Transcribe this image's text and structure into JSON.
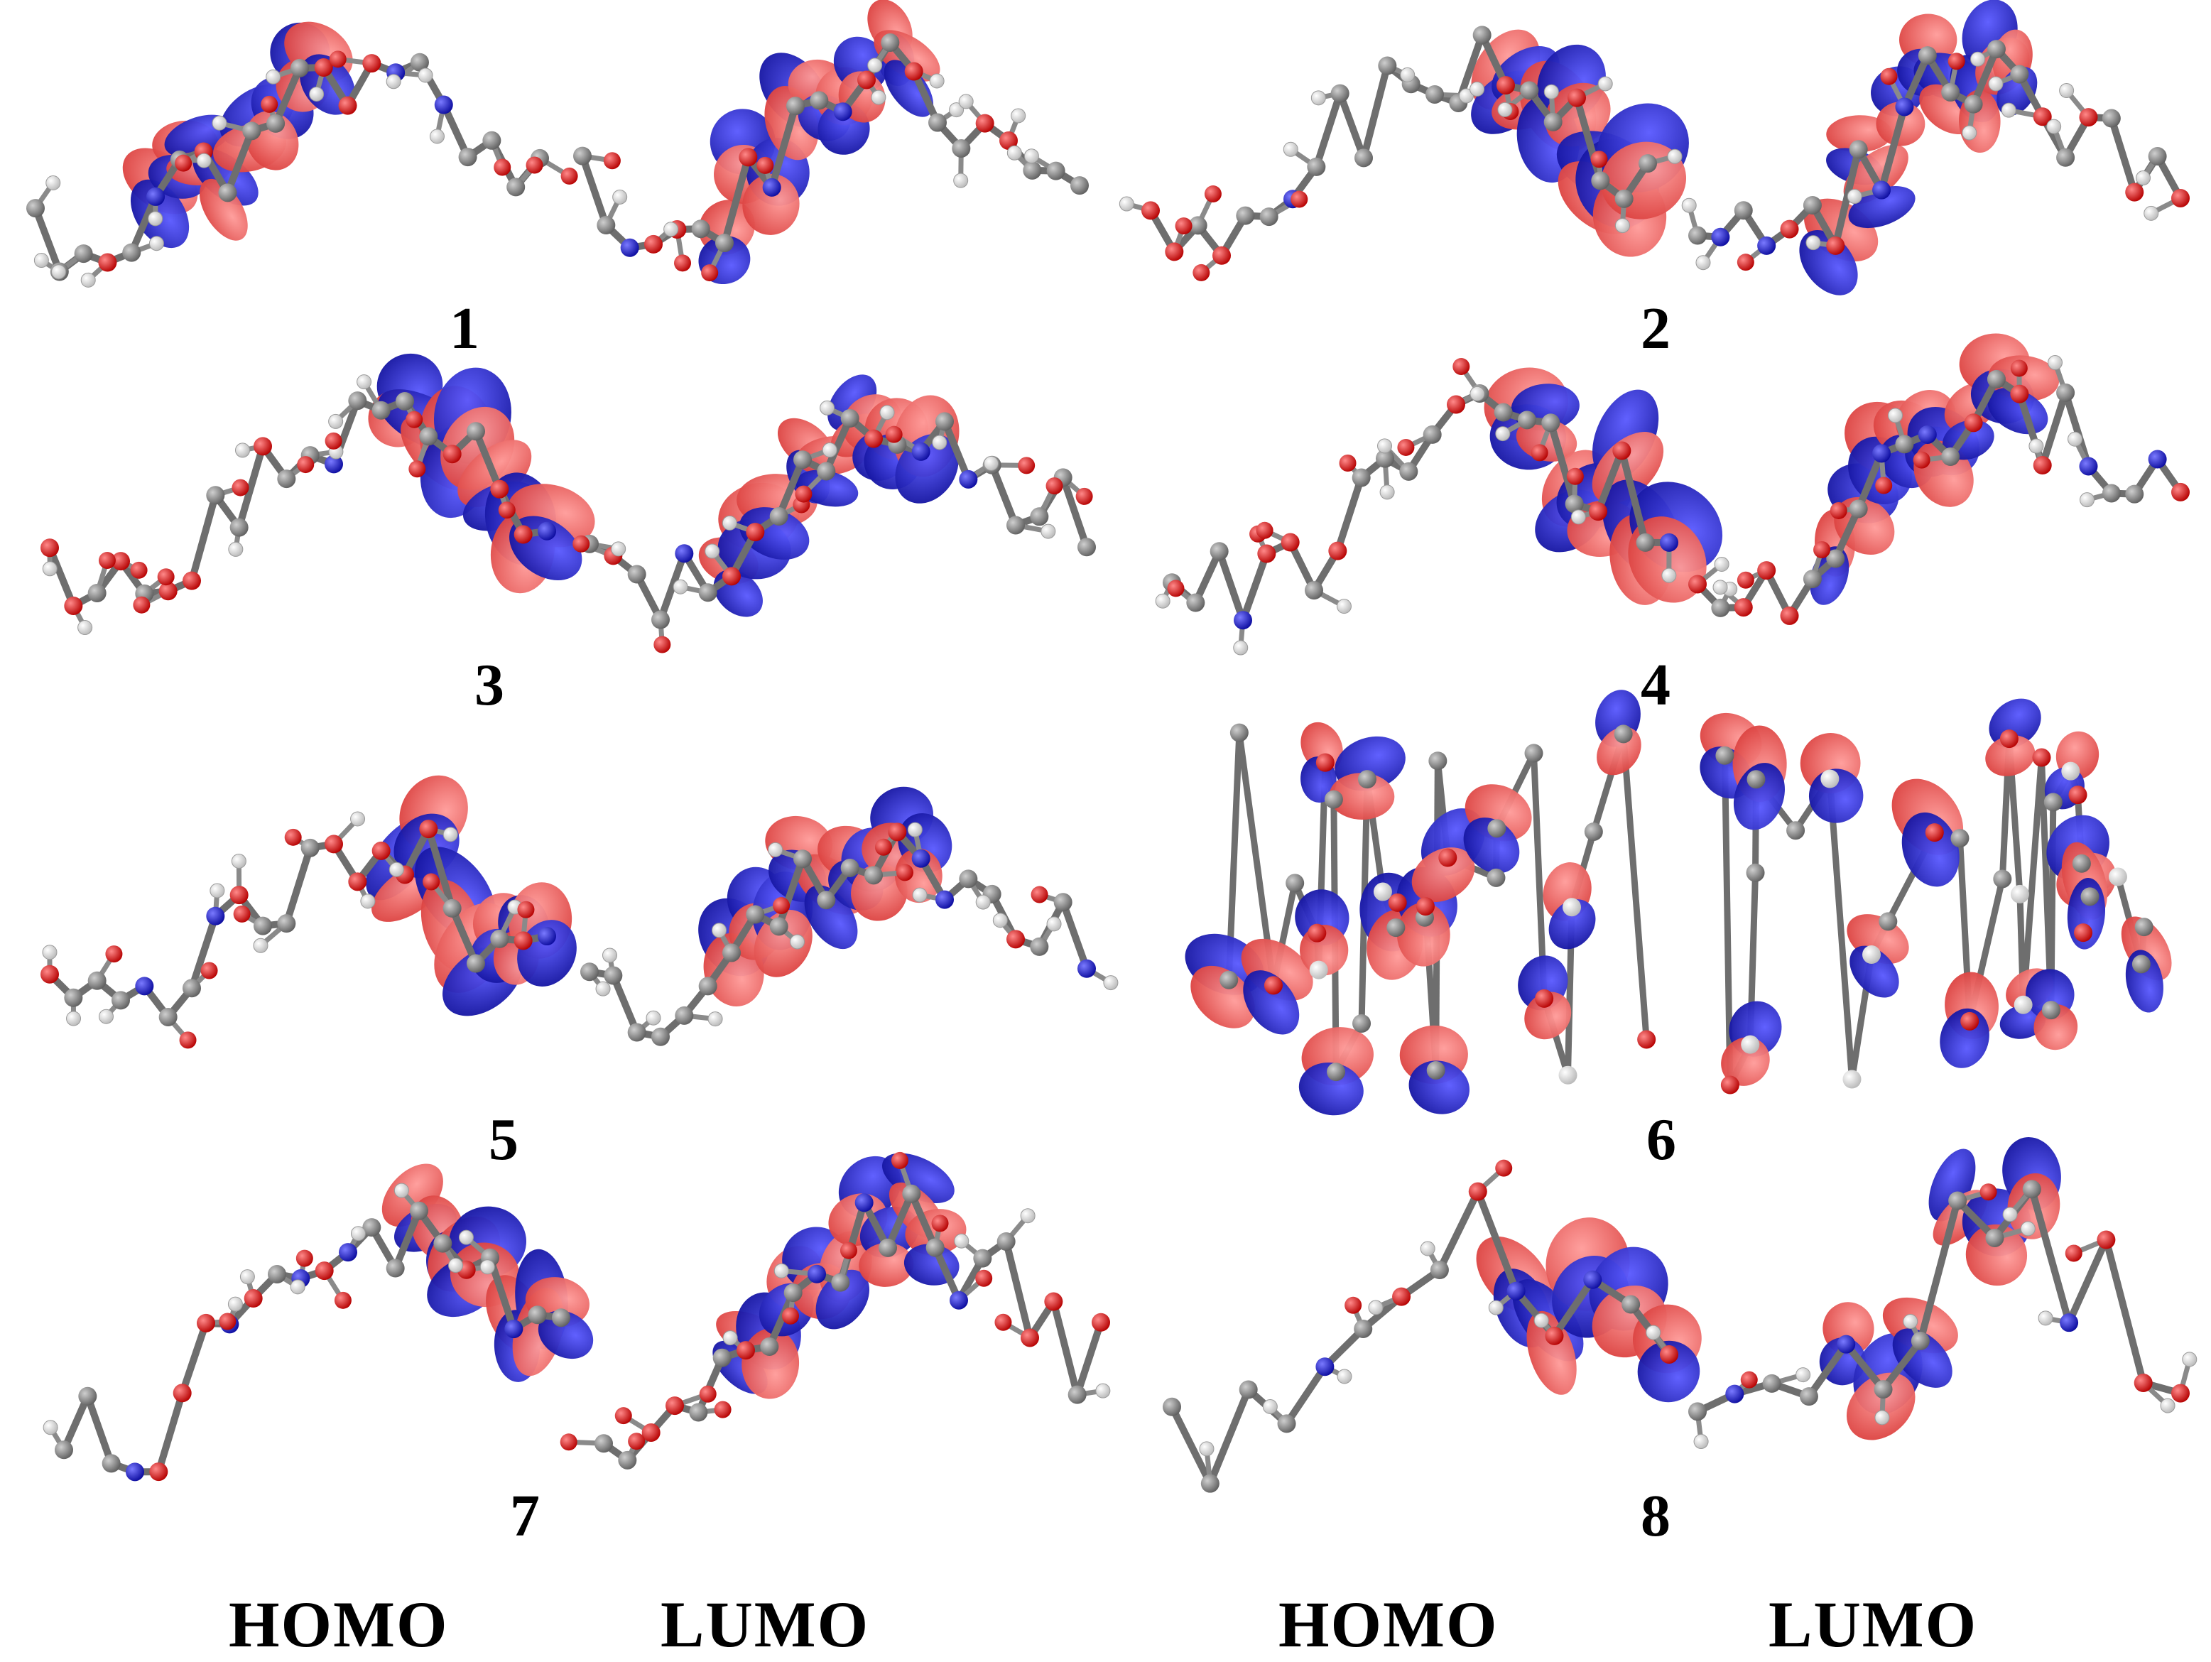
{
  "colors": {
    "positive_lobe": "#e8514f",
    "negative_lobe": "#1c1cc6",
    "carbon": "#7a7a7a",
    "oxygen": "#e10f0f",
    "nitrogen": "#1a1ad6",
    "hydrogen": "#f4f4f4",
    "background": "#ffffff"
  },
  "column_labels": {
    "left_homo": "HOMO",
    "left_lumo": "LUMO",
    "right_homo": "HOMO",
    "right_lumo": "LUMO"
  },
  "compounds": [
    {
      "label": "1"
    },
    {
      "label": "2"
    },
    {
      "label": "3"
    },
    {
      "label": "4"
    },
    {
      "label": "5"
    },
    {
      "label": "6"
    },
    {
      "label": "7"
    },
    {
      "label": "8"
    }
  ],
  "orbital_panels": [
    {
      "compound": "1",
      "orbital": "HOMO",
      "style": "chain",
      "lobes": "mid"
    },
    {
      "compound": "1",
      "orbital": "LUMO",
      "style": "chain",
      "lobes": "core"
    },
    {
      "compound": "2",
      "orbital": "HOMO",
      "style": "chain",
      "lobes": "tail"
    },
    {
      "compound": "2",
      "orbital": "LUMO",
      "style": "chain",
      "lobes": "core"
    },
    {
      "compound": "3",
      "orbital": "HOMO",
      "style": "chain",
      "lobes": "tail"
    },
    {
      "compound": "3",
      "orbital": "LUMO",
      "style": "chain",
      "lobes": "core"
    },
    {
      "compound": "4",
      "orbital": "HOMO",
      "style": "chain",
      "lobes": "tail"
    },
    {
      "compound": "4",
      "orbital": "LUMO",
      "style": "chain",
      "lobes": "core"
    },
    {
      "compound": "5",
      "orbital": "HOMO",
      "style": "chain",
      "lobes": "tail"
    },
    {
      "compound": "5",
      "orbital": "LUMO",
      "style": "chain",
      "lobes": "core"
    },
    {
      "compound": "6",
      "orbital": "HOMO",
      "style": "cluster",
      "lobes": "spread"
    },
    {
      "compound": "6",
      "orbital": "LUMO",
      "style": "cluster",
      "lobes": "spread"
    },
    {
      "compound": "7",
      "orbital": "HOMO",
      "style": "chain",
      "lobes": "tail"
    },
    {
      "compound": "7",
      "orbital": "LUMO",
      "style": "chain",
      "lobes": "core"
    },
    {
      "compound": "8",
      "orbital": "HOMO",
      "style": "small",
      "lobes": "tail"
    },
    {
      "compound": "8",
      "orbital": "LUMO",
      "style": "small",
      "lobes": "core"
    }
  ]
}
